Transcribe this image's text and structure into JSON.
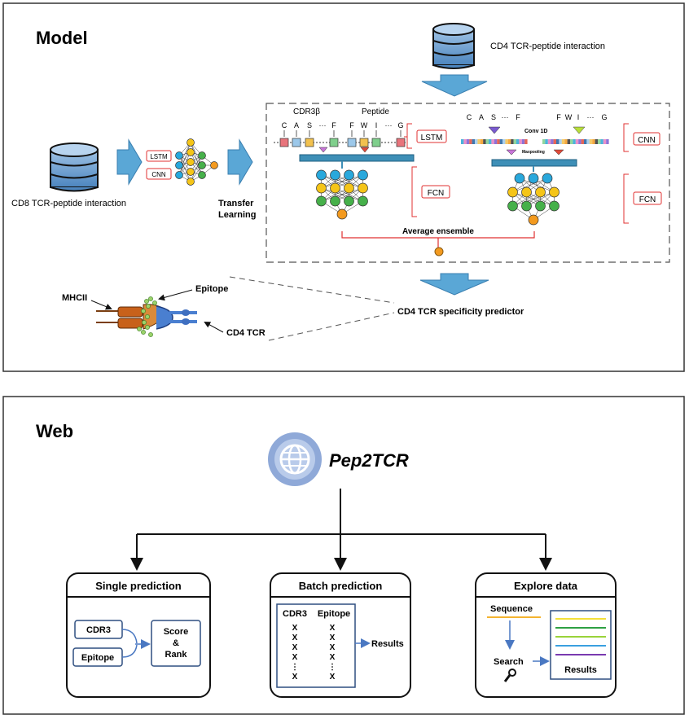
{
  "model": {
    "title": "Model",
    "cd4_db_label": "CD4 TCR-peptide interaction",
    "cd8_db_label": "CD8 TCR-peptide interaction",
    "pretrain_lstm": "LSTM",
    "pretrain_cnn": "CNN",
    "transfer_line1": "Transfer",
    "transfer_line2": "Learning",
    "cdr3_header": "CDR3β",
    "peptide_header": "Peptide",
    "lstm_cdr3_letters": [
      "C",
      "A",
      "S",
      "···",
      "F"
    ],
    "lstm_peptide_letters": [
      "F",
      "W",
      "I",
      "···",
      "G"
    ],
    "cnn_cdr3_letters": [
      "C",
      "A",
      "S",
      "···",
      "F"
    ],
    "cnn_peptide_letters": [
      "F",
      "W",
      "I",
      "···",
      "G"
    ],
    "lstm_tag": "LSTM",
    "cnn_tag": "CNN",
    "fcn_left_tag": "FCN",
    "fcn_right_tag": "FCN",
    "conv_label": "Conv 1D",
    "maxpool_label": "Maxpooling",
    "ensemble_label": "Average ensemble",
    "predictor_label": "CD4 TCR specificity predictor",
    "mhcii_label": "MHCII",
    "epitope_label": "Epitope",
    "cd4tcr_label": "CD4 TCR"
  },
  "web": {
    "title": "Web",
    "app_name": "Pep2TCR",
    "single": {
      "title": "Single prediction",
      "cdr3": "CDR3",
      "epitope": "Epitope",
      "score1": "Score",
      "score2": "&",
      "score3": "Rank"
    },
    "batch": {
      "title": "Batch prediction",
      "col1": "CDR3",
      "col2": "Epitope",
      "x": "X",
      "vdots": "⋮",
      "results": "Results"
    },
    "explore": {
      "title": "Explore data",
      "sequence": "Sequence",
      "search": "Search",
      "results": "Results"
    }
  },
  "colors": {
    "arrow_blue": "#5aa7d6",
    "red": "#e03030",
    "node_blue": "#29a8dc",
    "node_yellow": "#f5c518",
    "node_green": "#46b04a",
    "node_orange": "#f39a1f",
    "globe": "#8fa9d8"
  }
}
